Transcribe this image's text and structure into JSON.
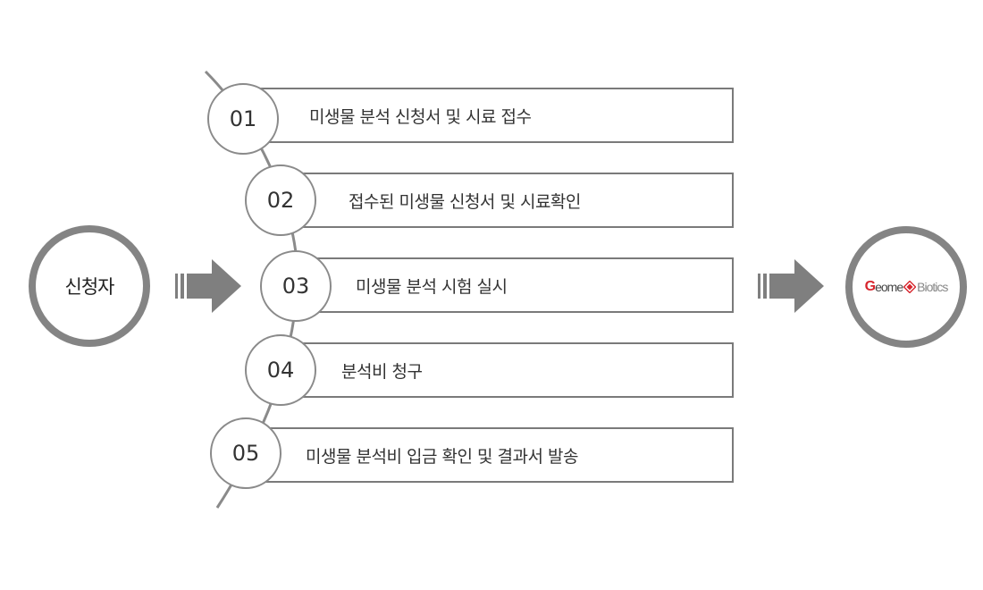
{
  "applicant": {
    "label": "신청자"
  },
  "steps": [
    {
      "number": "01",
      "label": "미생물 분석 신청서 및 시료 접수"
    },
    {
      "number": "02",
      "label": "접수된 미생물 신청서 및 시료확인"
    },
    {
      "number": "03",
      "label": "미생물 분석 시험 실시"
    },
    {
      "number": "04",
      "label": "분석비 청구"
    },
    {
      "number": "05",
      "label": "미생물 분석비 입금 확인 및 결과서 발송"
    }
  ],
  "company": {
    "logo_g": "G",
    "logo_eome": "eome",
    "logo_biotics": "Biotics",
    "logo_g_color": "#d7262e"
  },
  "colors": {
    "ring": "#848484",
    "arrow": "#7f7f7f",
    "border": "#7a7a7a"
  }
}
